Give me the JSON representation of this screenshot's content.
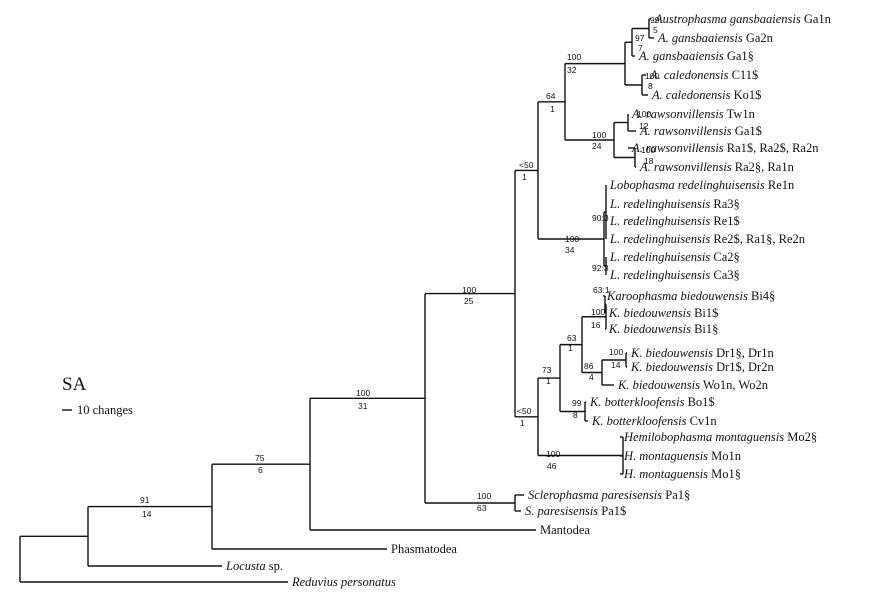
{
  "figure": {
    "panel_label": "SA",
    "scale_bar_label": "10 changes"
  },
  "taxa": [
    {
      "genus": "Austrophasma gansbaaiensis",
      "code": "Ga1n"
    },
    {
      "genus": "A. gansbaaiensis",
      "code": "Ga2n"
    },
    {
      "genus": "A. gansbaaiensis",
      "code": "Ga1§"
    },
    {
      "genus": "A. caledonensis",
      "code": "C11$"
    },
    {
      "genus": "A. caledonensis",
      "code": "Ko1$"
    },
    {
      "genus": "A. rawsonvillensis",
      "code": "Tw1n"
    },
    {
      "genus": "A. rawsonvillensis",
      "code": "Ga1$"
    },
    {
      "genus": "A. rawsonvillensis",
      "code": "Ra1$, Ra2$, Ra2n"
    },
    {
      "genus": "A. rawsonvillensis",
      "code": "Ra2§, Ra1n"
    },
    {
      "genus": "Lobophasma redelinghuisensis",
      "code": "Re1n"
    },
    {
      "genus": "L. redelinghuisensis",
      "code": "Ra3§"
    },
    {
      "genus": "L. redelinghuisensis",
      "code": "Re1$"
    },
    {
      "genus": "L. redelinghuisensis",
      "code": "Re2$, Ra1§, Re2n"
    },
    {
      "genus": "L. redelinghuisensis",
      "code": "Ca2§"
    },
    {
      "genus": "L. redelinghuisensis",
      "code": "Ca3§"
    },
    {
      "genus": "Karoophasma biedouwensis",
      "code": "Bi4§"
    },
    {
      "genus": "K. biedouwensis",
      "code": "Bi1$"
    },
    {
      "genus": "K. biedouwensis",
      "code": "Bi1§"
    },
    {
      "genus": "K. biedouwensis",
      "code": "Dr1§, Dr1n"
    },
    {
      "genus": "K. biedouwensis",
      "code": "Dr1$, Dr2n"
    },
    {
      "genus": "K. biedouwensis",
      "code": "Wo1n, Wo2n"
    },
    {
      "genus": "K. botterkloofensis",
      "code": "Bo1$"
    },
    {
      "genus": "K. botterkloofensis",
      "code": "Cv1n"
    },
    {
      "genus": "Hemilobophasma montaguensis",
      "code": "Mo2§"
    },
    {
      "genus": "H. montaguensis",
      "code": "Mo1n"
    },
    {
      "genus": "H. montaguensis",
      "code": "Mo1§"
    },
    {
      "genus": "Sclerophasma paresisensis",
      "code": "Pa1§"
    },
    {
      "genus": "S. paresisensis",
      "code": "Pa1$"
    },
    {
      "genus": "",
      "code": "Mantodea"
    },
    {
      "genus": "",
      "code": "Phasmatodea"
    },
    {
      "genus": "Locusta",
      "code": "sp."
    },
    {
      "genus": "Reduvius personatus",
      "code": ""
    }
  ],
  "node_values": [
    {
      "bootstrap": "99",
      "decay": "5"
    },
    {
      "bootstrap": "97",
      "decay": "7"
    },
    {
      "bootstrap": "100",
      "decay": "8"
    },
    {
      "bootstrap": "100",
      "decay": "32"
    },
    {
      "bootstrap": "100",
      "decay": "12"
    },
    {
      "bootstrap": "100",
      "decay": "18"
    },
    {
      "bootstrap": "100",
      "decay": "24"
    },
    {
      "bootstrap": "64",
      "decay": "1"
    },
    {
      "bootstrap": "90:3",
      "decay": ""
    },
    {
      "bootstrap": "92:3",
      "decay": ""
    },
    {
      "bootstrap": "100",
      "decay": "34"
    },
    {
      "bootstrap": "<50",
      "decay": "1"
    },
    {
      "bootstrap": "63:1",
      "decay": ""
    },
    {
      "bootstrap": "100",
      "decay": "16"
    },
    {
      "bootstrap": "100",
      "decay": "14"
    },
    {
      "bootstrap": "86",
      "decay": "4"
    },
    {
      "bootstrap": "63",
      "decay": "1"
    },
    {
      "bootstrap": "99",
      "decay": "8"
    },
    {
      "bootstrap": "73",
      "decay": "1"
    },
    {
      "bootstrap": "100",
      "decay": "46"
    },
    {
      "bootstrap": "<50",
      "decay": "1"
    },
    {
      "bootstrap": "100",
      "decay": "25"
    },
    {
      "bootstrap": "100",
      "decay": "63"
    },
    {
      "bootstrap": "100",
      "decay": "31"
    },
    {
      "bootstrap": "75",
      "decay": "6"
    },
    {
      "bootstrap": "91",
      "decay": "14"
    }
  ]
}
